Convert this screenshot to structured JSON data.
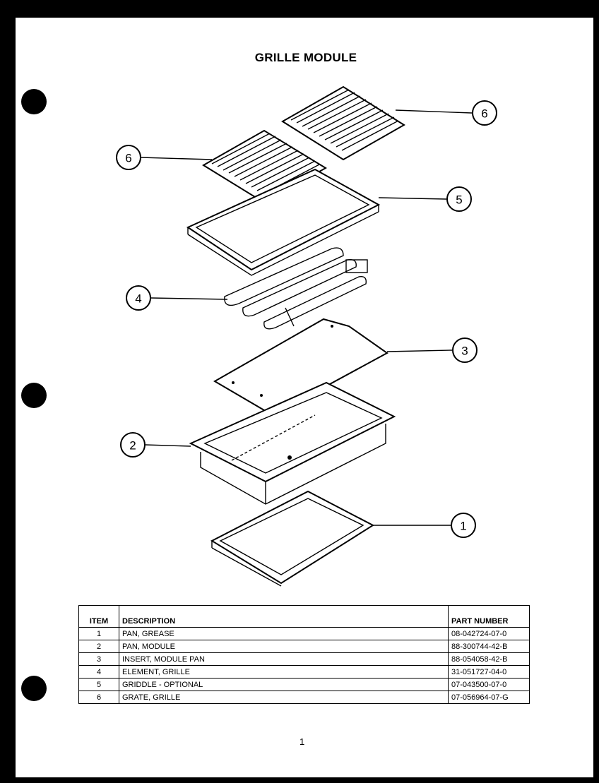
{
  "title": "GRILLE MODULE",
  "callouts": [
    "6",
    "6",
    "5",
    "4",
    "3",
    "2",
    "1"
  ],
  "table": {
    "headers": {
      "item": "ITEM",
      "description": "DESCRIPTION",
      "part_number": "PART NUMBER"
    },
    "rows": [
      {
        "item": "1",
        "description": "PAN, GREASE",
        "part_number": "08-042724-07-0"
      },
      {
        "item": "2",
        "description": "PAN, MODULE",
        "part_number": "88-300744-42-B"
      },
      {
        "item": "3",
        "description": "INSERT, MODULE PAN",
        "part_number": "88-054058-42-B"
      },
      {
        "item": "4",
        "description": "ELEMENT, GRILLE",
        "part_number": "31-051727-04-0"
      },
      {
        "item": "5",
        "description": "GRIDDLE - OPTIONAL",
        "part_number": "07-043500-07-0"
      },
      {
        "item": "6",
        "description": "GRATE, GRILLE",
        "part_number": "07-056964-07-G"
      }
    ]
  },
  "page_number": "1"
}
